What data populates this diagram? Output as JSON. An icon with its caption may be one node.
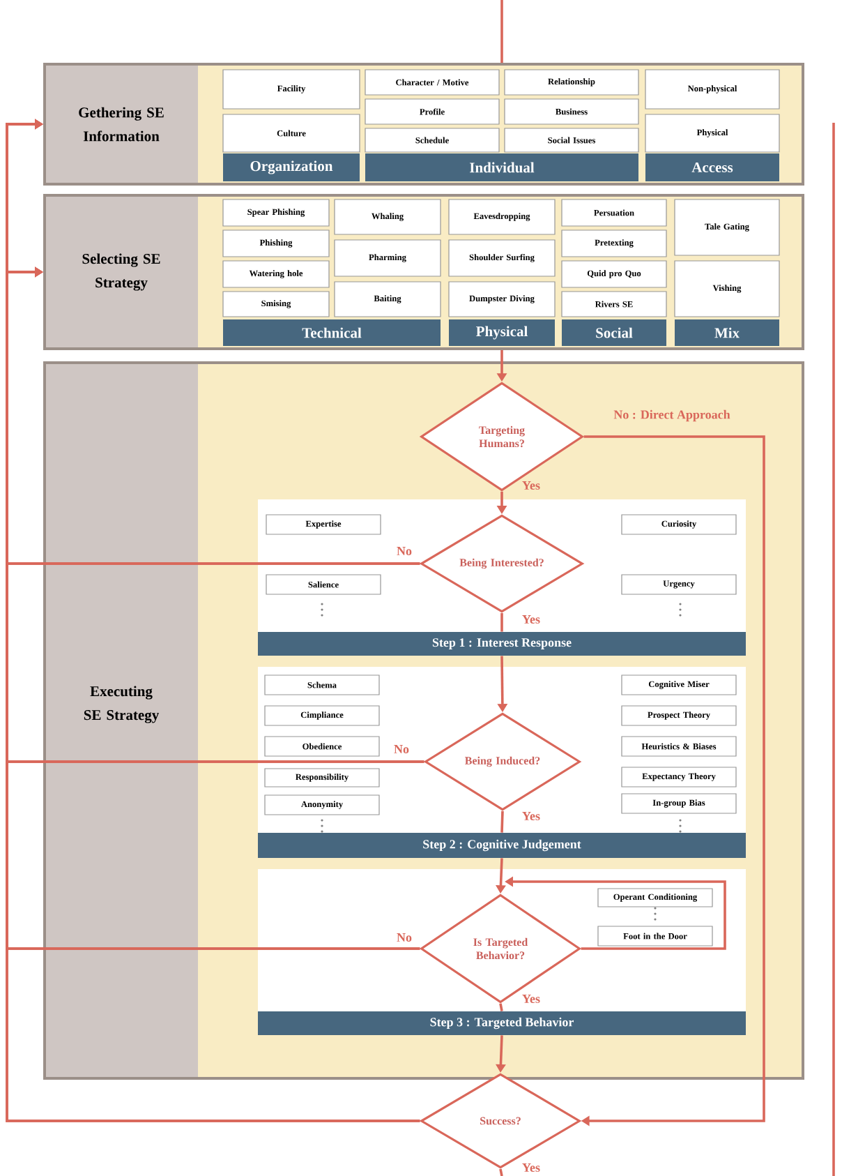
{
  "diagram": {
    "nodes": [
      {
        "text": [
          "Gethering SE Information"
        ]
      },
      {
        "text": [
          "Facility"
        ],
        "in": 0
      },
      {
        "text": [
          "Culture"
        ],
        "in": 0
      },
      {
        "text": [
          "Organization"
        ],
        "in": 0
      },
      {
        "text": [
          "Character / Motive"
        ],
        "in": 0
      },
      {
        "text": [
          "Profile"
        ],
        "in": 0
      },
      {
        "text": [
          "Schedule"
        ],
        "in": 0
      },
      {
        "text": [
          "Relationship"
        ],
        "in": 0
      },
      {
        "text": [
          "Business"
        ],
        "in": 0
      },
      {
        "text": [
          "Social Issues"
        ],
        "in": 0
      },
      {
        "text": [
          "Individual"
        ],
        "in": 0
      },
      {
        "text": [
          "Non-physical"
        ],
        "in": 0
      },
      {
        "text": [
          "Physical"
        ],
        "in": 0
      },
      {
        "text": [
          "Access"
        ],
        "in": 0
      },
      {
        "text": [
          "Selecting SE Strategy"
        ]
      },
      {
        "text": [
          "Spear Phishing"
        ],
        "in": 14
      },
      {
        "text": [
          "Phishing"
        ],
        "in": 14
      },
      {
        "text": [
          "Watering hole"
        ],
        "in": 14
      },
      {
        "text": [
          "Smising"
        ],
        "in": 14
      },
      {
        "text": [
          "Whaling"
        ],
        "in": 14
      },
      {
        "text": [
          "Pharming"
        ],
        "in": 14
      },
      {
        "text": [
          "Baiting"
        ],
        "in": 14
      },
      {
        "text": [
          "Technical"
        ],
        "in": 14
      },
      {
        "text": [
          "Eavesdropping"
        ],
        "in": 14
      },
      {
        "text": [
          "Shoulder Surfing"
        ],
        "in": 14
      },
      {
        "text": [
          "Dumpster Diving"
        ],
        "in": 14
      },
      {
        "text": [
          "Physical"
        ],
        "in": 14
      },
      {
        "text": [
          "Persuation"
        ],
        "in": 14
      },
      {
        "text": [
          "Pretexting"
        ],
        "in": 14
      },
      {
        "text": [
          "Quid pro Quo"
        ],
        "in": 14
      },
      {
        "text": [
          "Rivers SE"
        ],
        "in": 14
      },
      {
        "text": [
          "Social"
        ],
        "in": 14
      },
      {
        "text": [
          "Tale Gating"
        ],
        "in": 14
      },
      {
        "text": [
          "Vishing"
        ],
        "in": 14
      },
      {
        "text": [
          "Mix"
        ],
        "in": 14
      },
      {
        "text": [
          "Executing SE Strategy"
        ]
      },
      {
        "text": [
          "Targeting Humans?"
        ],
        "in": 35
      },
      {
        "text": [],
        "shape": "box",
        "in": 35
      },
      {
        "text": [
          "Expertise"
        ],
        "in": 37
      },
      {
        "text": [
          "Curiosity"
        ],
        "in": 37
      },
      {
        "text": [
          "Being Interested?"
        ],
        "in": 37
      },
      {
        "text": [
          "Salience"
        ],
        "in": 37
      },
      {
        "text": [
          "Urgency"
        ],
        "in": 37
      },
      {
        "text": [
          "Step 1 : Interest Response"
        ],
        "in": 35
      },
      {
        "text": [],
        "shape": "box",
        "in": 35
      },
      {
        "text": [
          "Schema"
        ],
        "in": 44
      },
      {
        "text": [
          "Cognitive Miser"
        ],
        "in": 44
      },
      {
        "text": [
          "Cimpliance"
        ],
        "in": 44
      },
      {
        "text": [
          "Prospect Theory"
        ],
        "in": 44
      },
      {
        "text": [
          "Obedience"
        ],
        "in": 44
      },
      {
        "text": [
          "Heuristics & Biases"
        ],
        "in": 44
      },
      {
        "text": [
          "Being Induced?"
        ],
        "in": 44
      },
      {
        "text": [
          "Responsibility"
        ],
        "in": 44
      },
      {
        "text": [
          "Expectancy Theory"
        ],
        "in": 44
      },
      {
        "text": [
          "Anonymity"
        ],
        "in": 44
      },
      {
        "text": [
          "In-group Bias"
        ],
        "in": 44
      },
      {
        "text": [
          "Step 2 : Cognitive Judgement"
        ],
        "in": 35
      },
      {
        "text": [],
        "shape": "box",
        "in": 35
      },
      {
        "text": [
          "Operant Conditioning"
        ],
        "in": 57
      },
      {
        "text": [
          "Foot in the Door"
        ],
        "in": 57
      },
      {
        "text": [
          "Is Targeted Behavior?"
        ],
        "in": 57
      },
      {
        "text": [
          "Step 3 : Targeted Behavior"
        ],
        "in": 35
      },
      {
        "text": [
          "Success?"
        ]
      }
    ],
    "edges": [
      {
        "from": 14,
        "to": 36,
        "arrow": "to"
      },
      {
        "from": 36,
        "to": 40,
        "arrow": "to",
        "label": "Yes"
      },
      {
        "from": 36,
        "to": 62,
        "arrow": "to",
        "label": "No : Direct Approach"
      },
      {
        "from": 40,
        "to": 43,
        "arrow": "none",
        "label": "Yes"
      },
      {
        "from": 43,
        "to": 51,
        "arrow": "to"
      },
      {
        "from": 51,
        "to": 56,
        "arrow": "none",
        "label": "Yes"
      },
      {
        "from": 56,
        "to": 60,
        "arrow": "to"
      },
      {
        "from": 60,
        "to": 60,
        "arrow": "to"
      },
      {
        "from": 60,
        "to": 61,
        "arrow": "none",
        "label": "Yes"
      },
      {
        "from": 61,
        "to": 62,
        "arrow": "to"
      },
      {
        "from": 62,
        "to": null,
        "arrow": "none",
        "label": "Yes"
      },
      {
        "from": 40,
        "to": 0,
        "arrow": "to",
        "label": "No"
      },
      {
        "from": 40,
        "to": 14,
        "arrow": "to"
      },
      {
        "from": 51,
        "to": 0,
        "arrow": "to",
        "label": "No"
      },
      {
        "from": 51,
        "to": 14,
        "arrow": "to"
      },
      {
        "from": 60,
        "to": 0,
        "arrow": "to",
        "label": "No"
      },
      {
        "from": 60,
        "to": 14,
        "arrow": "to"
      },
      {
        "from": 62,
        "to": 0,
        "arrow": "to"
      },
      {
        "from": 62,
        "to": 14,
        "arrow": "to"
      },
      {
        "from": null,
        "to": 0,
        "arrow": "none"
      }
    ]
  }
}
